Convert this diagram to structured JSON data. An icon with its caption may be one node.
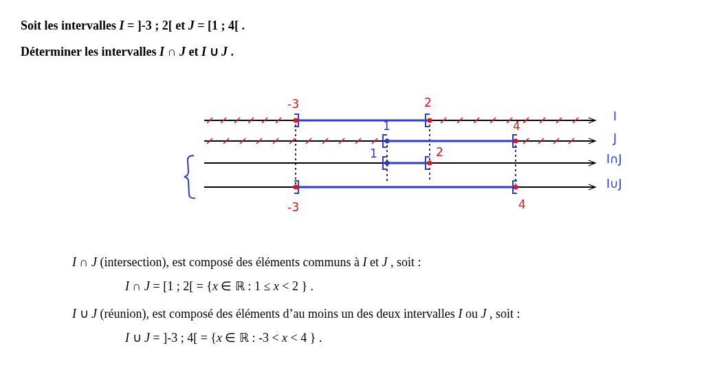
{
  "diagram": {
    "labels": [
      "Soit les intervalles  *I* = ]-3 ; 2[  et  *J* = [1 ; 4[ .",
      "Déterminer les intervalles  *I* ∩ *J*  et  *I* ∪ *J* .",
      "-3",
      "2",
      "1",
      "4",
      "1",
      "2",
      "-3",
      "4",
      "I",
      "J",
      "I∩J",
      "I∪J",
      "*I* ∩ *J*  (intersection), est composé des éléments communs à  *I*  et  *J* , soit :",
      "*I* ∩ *J* = [1 ; 2[ = {*x* ∈ ℝ :  1 ≤ *x* < 2 } .",
      "*I* ∪ *J*  (réunion), est composé des éléments d’au moins un des deux intervalles  *I*  ou  *J* , soit :",
      "*I* ∪ *J* = ]-3 ; 4[ = {*x* ∈ ℝ :  -3 < *x* < 4 } ."
    ]
  }
}
